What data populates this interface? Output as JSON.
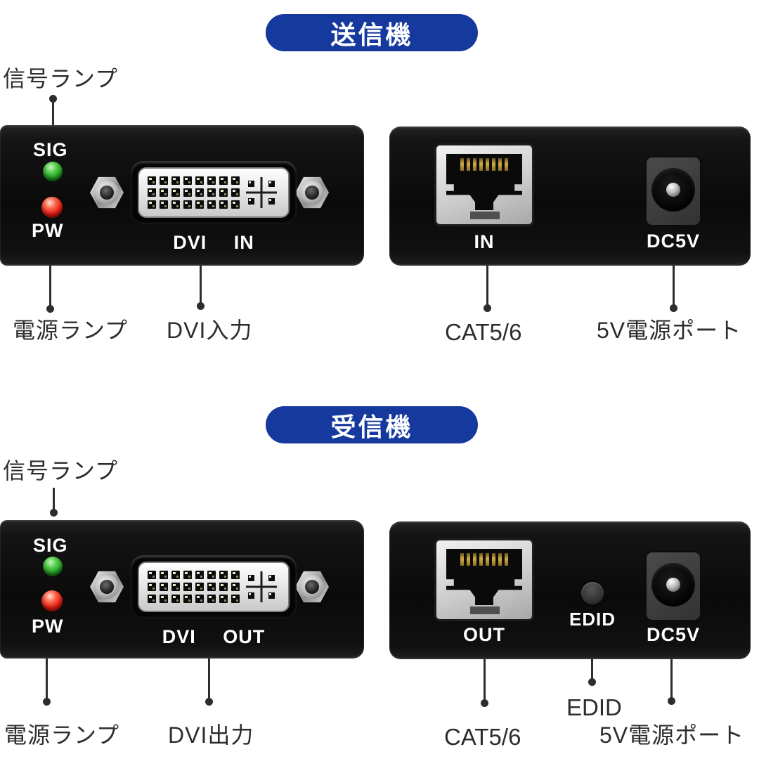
{
  "page": {
    "background": "#ffffff"
  },
  "colors": {
    "accent_blue": "#16399e",
    "annotation_text": "#2d2d2d",
    "device_black": "#0d0d0d",
    "led_green": "#2faf2f",
    "led_red": "#e4180f",
    "rj45_pin_gold": "#d1ad45"
  },
  "sections": [
    {
      "title": "送信機",
      "annotations": {
        "signal_lamp": "信号ランプ",
        "power_lamp": "電源ランプ",
        "dvi": "DVI入力",
        "cat": "CAT5/6",
        "power_port": "5V電源ポート"
      },
      "dvi_panel": {
        "sig_label": "SIG",
        "pw_label": "PW",
        "port_label": "DVI IN"
      },
      "utp_panel": {
        "rj45_label": "IN",
        "dc_label": "DC5V"
      }
    },
    {
      "title": "受信機",
      "annotations": {
        "signal_lamp": "信号ランプ",
        "power_lamp": "電源ランプ",
        "dvi": "DVI出力",
        "cat": "CAT5/6",
        "edid": "EDID",
        "power_port": "5V電源ポート"
      },
      "dvi_panel": {
        "sig_label": "SIG",
        "pw_label": "PW",
        "port_label": "DVI OUT"
      },
      "utp_panel": {
        "rj45_label": "OUT",
        "dc_label": "DC5V",
        "edid_label": "EDID"
      }
    }
  ]
}
